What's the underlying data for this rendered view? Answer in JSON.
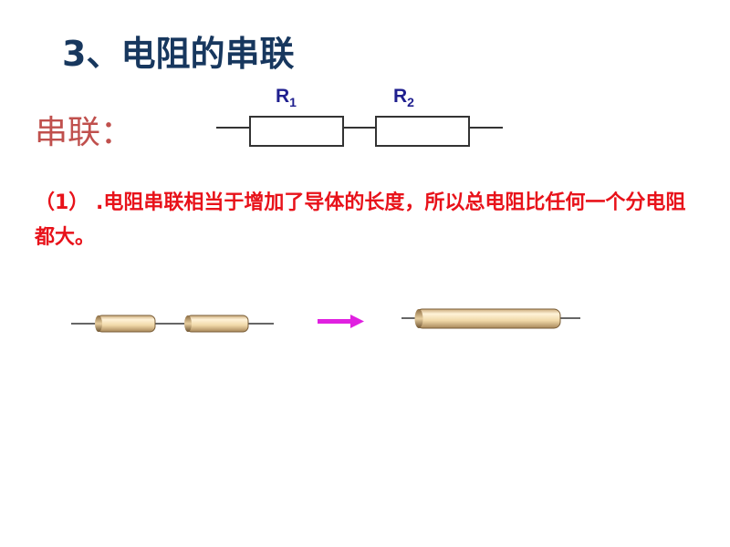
{
  "title": "3、电阻的串联",
  "series_label": "串联：",
  "resistors": [
    {
      "name": "R",
      "sub": "1"
    },
    {
      "name": "R",
      "sub": "2"
    }
  ],
  "point_text": "（1） .电阻串联相当于增加了导体的长度，所以总电阻比任何一个分电阻都大。",
  "colors": {
    "title": "#17375e",
    "label": "#c0504d",
    "point": "#e8121a",
    "arrow": "#e020e0",
    "rod": "#f0d8a8"
  },
  "icons": {
    "arrow": "right-arrow-icon"
  }
}
